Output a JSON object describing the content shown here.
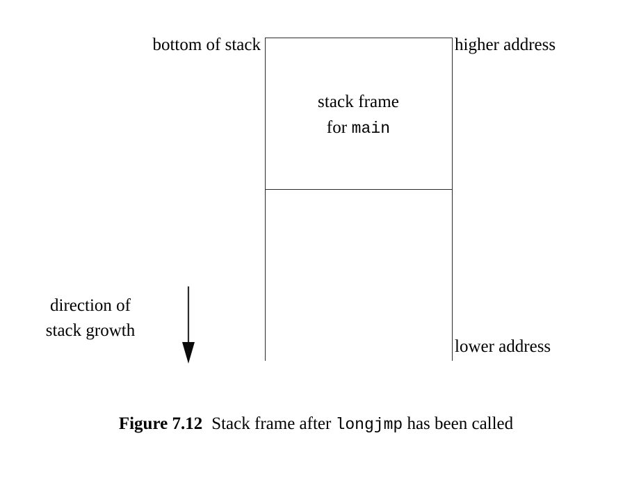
{
  "figure": {
    "number_label": "Figure 7.12",
    "caption_before_code": "Stack frame after",
    "caption_code": "longjmp",
    "caption_after_code": "has been called"
  },
  "diagram": {
    "labels": {
      "bottom_of_stack": "bottom of stack",
      "higher_address": "higher address",
      "lower_address": "lower address",
      "growth_line1": "direction of",
      "growth_line2": "stack growth"
    },
    "frame": {
      "line1": "stack frame",
      "line2_prefix": "for",
      "line2_code": "main"
    },
    "arrow": {
      "name": "downward-arrow",
      "direction": "down"
    },
    "colors": {
      "line": "#2b2b2b",
      "text": "#000000",
      "background": "#ffffff"
    }
  }
}
